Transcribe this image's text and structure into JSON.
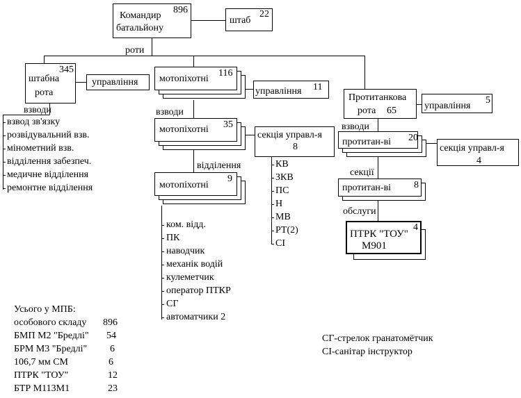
{
  "commander": {
    "label_line1": "Командир",
    "label_line2": "батальйону",
    "count": "896"
  },
  "hq": {
    "label": "штаб",
    "count": "22"
  },
  "rota_label": "роти",
  "staff_company": {
    "label_line1": "штабна",
    "label_line2": "рота",
    "count": "345",
    "management": "управління",
    "platoons_label": "взводи",
    "platoons": [
      "взвод зв'язку",
      "розвідувальний взв.",
      "мінометний взв.",
      "відділення забезпеч.",
      "медичне відділення",
      "ремонтне відділення"
    ]
  },
  "motor_company": {
    "label": "мотопіхотні",
    "count": "116",
    "management": "управління",
    "management_count": "11",
    "platoons_label": "взводи"
  },
  "motor_platoon": {
    "label": "мотопіхотні",
    "count": "35",
    "section_line1": "секція управл-я",
    "section_line2": "8",
    "section_items": [
      "КВ",
      "ЗКВ",
      "ПС",
      "Н",
      "МВ",
      "РТ(2)",
      "СІ"
    ],
    "squads_label": "відділення"
  },
  "motor_squad": {
    "label": "мотопіхотні",
    "count": "9",
    "members": [
      "ком. відд.",
      "ПК",
      "наводчик",
      "механік водій",
      "кулеметчик",
      "оператор ПТКР",
      "СГ",
      "автоматчики 2"
    ]
  },
  "antitank_company": {
    "label_line1": "Протитанкова",
    "label_line2": "рота",
    "count": "65",
    "management": "управління",
    "management_count": "5",
    "platoons_label": "взводи"
  },
  "antitank_platoon": {
    "label": "протитан-ві",
    "count": "20",
    "section_line1": "секція управл-я",
    "section_line2": "4",
    "sections_label": "секції"
  },
  "antitank_section": {
    "label": "протитан-ві",
    "count": "8",
    "crews_label": "обслуги"
  },
  "tow": {
    "label_line1": "ПТРК \"ТОУ\"",
    "label_line2": "М901",
    "count": "4"
  },
  "summary": {
    "title": "Усього у МПБ:",
    "rows": [
      {
        "label": "особового складу",
        "value": "896"
      },
      {
        "label": "БМП М2 \"Бредлі\"",
        "value": "54"
      },
      {
        "label": "БРМ М3 \"Бредлі\"",
        "value": "6"
      },
      {
        "label": "106,7 мм СМ",
        "value": "6"
      },
      {
        "label": "ПТРК \"ТОУ\"",
        "value": "12"
      },
      {
        "label": "БТР М113М1",
        "value": "23"
      }
    ]
  },
  "legend": [
    "СГ-стрелок гранатомётчик",
    "СІ-санітар інструктор"
  ]
}
